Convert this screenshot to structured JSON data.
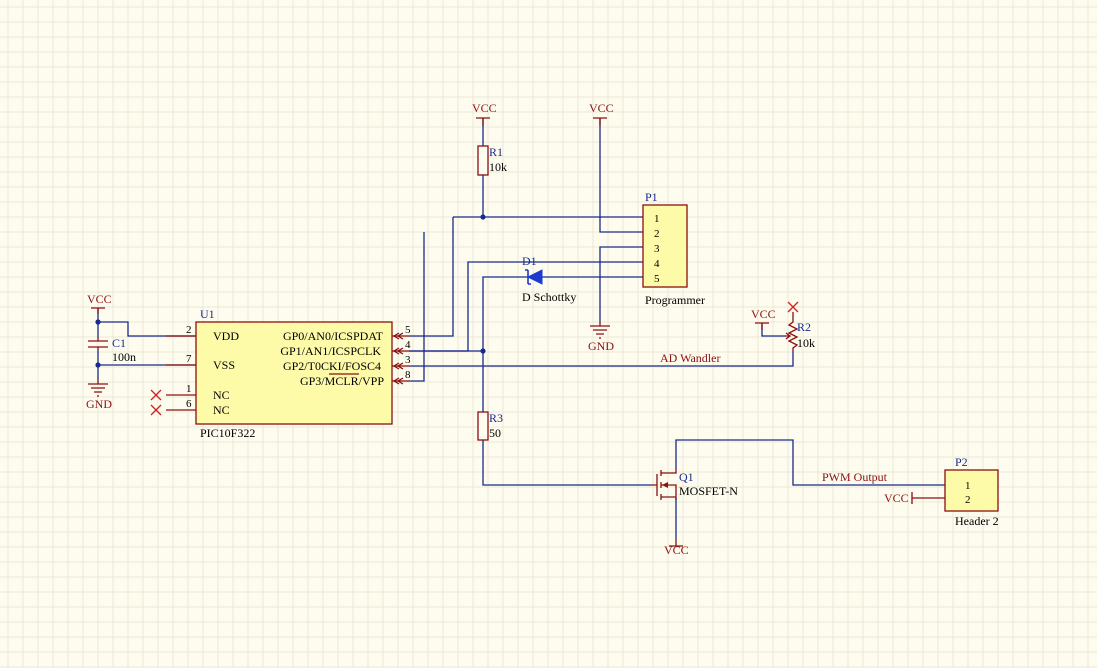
{
  "power": {
    "vcc": "VCC",
    "gnd": "GND"
  },
  "u1": {
    "designator": "U1",
    "value": "PIC10F322",
    "left_pins": [
      {
        "num": "2",
        "name": "VDD"
      },
      {
        "num": "7",
        "name": "VSS"
      },
      {
        "num": "1",
        "name": "NC"
      },
      {
        "num": "6",
        "name": "NC"
      }
    ],
    "right_pins": [
      {
        "num": "5",
        "name": "GP0/AN0/ICSPDAT"
      },
      {
        "num": "4",
        "name": "GP1/AN1/ICSPCLK"
      },
      {
        "num": "3",
        "name": "GP2/T0CKI/FOSC4"
      },
      {
        "num": "8",
        "name": "GP3/MCLR/VPP"
      }
    ]
  },
  "c1": {
    "designator": "C1",
    "value": "100n"
  },
  "r1": {
    "designator": "R1",
    "value": "10k"
  },
  "r2": {
    "designator": "R2",
    "value": "10k"
  },
  "r3": {
    "designator": "R3",
    "value": "50"
  },
  "d1": {
    "designator": "D1",
    "value": "D Schottky"
  },
  "q1": {
    "designator": "Q1",
    "value": "MOSFET-N"
  },
  "p1": {
    "designator": "P1",
    "value": "Programmer",
    "pins": [
      "1",
      "2",
      "3",
      "4",
      "5"
    ]
  },
  "p2": {
    "designator": "P2",
    "value": "Header 2",
    "pins": [
      "1",
      "2"
    ]
  },
  "nets": {
    "ad": "AD Wandler",
    "pwm": "PWM Output"
  },
  "colors": {
    "wire": "#1a2a8c",
    "part": "#8b1010",
    "body": "#fdfaa8",
    "no_connect": "#d02020",
    "background": "#fdfcef"
  }
}
